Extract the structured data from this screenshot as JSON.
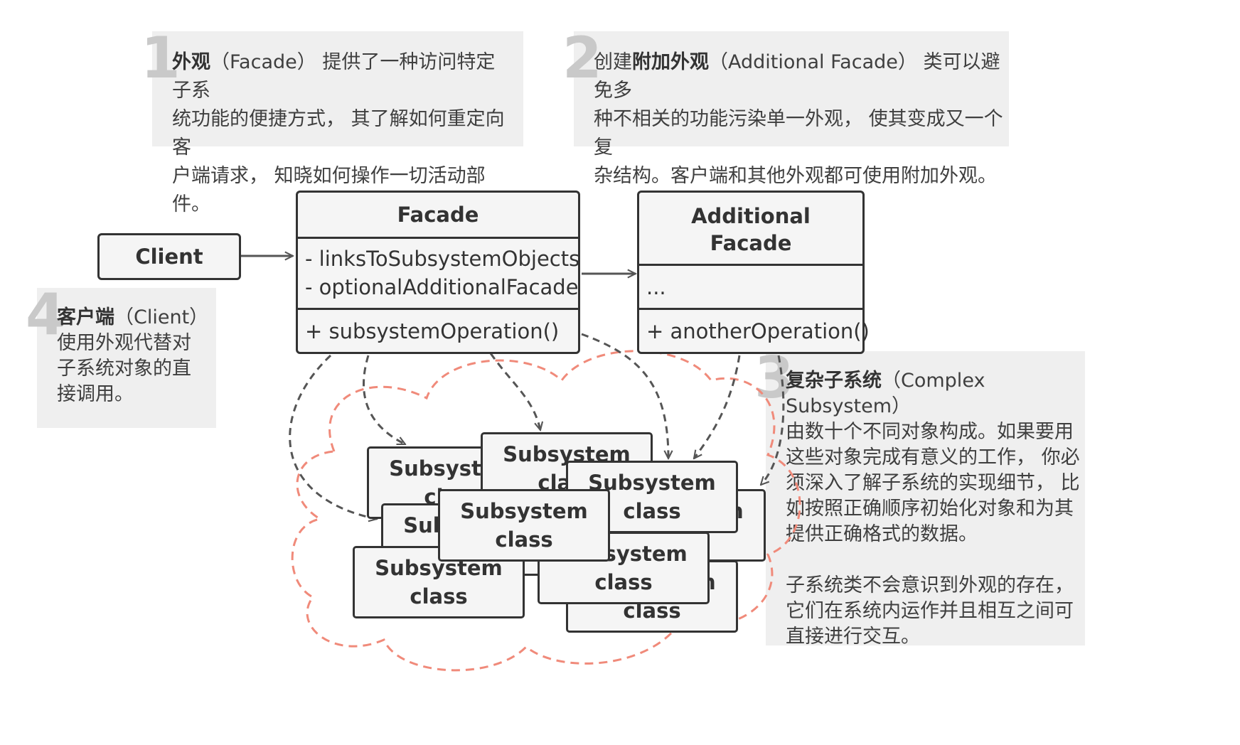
{
  "notes": [
    {
      "num": "1",
      "bold": "外观",
      "rest": "（Facade） 提供了一种访问特定子系统功能的便捷方式， 其了解如何重定向客户端请求， 知晓如何操作一切活动部件。",
      "lines": [
        [
          "外观",
          "（Facade） 提供了一种访问特定子系"
        ],
        [
          "",
          "统功能的便捷方式， 其了解如何重定向客"
        ],
        [
          "",
          "户端请求， 知晓如何操作一切活动部件。"
        ]
      ]
    },
    {
      "num": "2",
      "lines": [
        [
          "创建",
          "附加外观",
          "（Additional Facade） 类可以避免多"
        ],
        [
          "",
          "",
          "种不相关的功能污染单一外观， 使其变成又一个复"
        ],
        [
          "",
          "",
          "杂结构。客户端和其他外观都可使用附加外观。"
        ]
      ]
    },
    {
      "num": "3",
      "lines": [
        [
          "复杂子系统",
          "（Complex Subsystem）"
        ],
        [
          "",
          "由数十个不同对象构成。如果要用"
        ],
        [
          "",
          "这些对象完成有意义的工作， 你必"
        ],
        [
          "",
          "须深入了解子系统的实现细节， 比"
        ],
        [
          "",
          "如按照正确顺序初始化对象和为其"
        ],
        [
          "",
          "提供正确格式的数据。"
        ],
        [
          "",
          ""
        ],
        [
          "",
          "子系统类不会意识到外观的存在，"
        ],
        [
          "",
          "它们在系统内运作并且相互之间可"
        ],
        [
          "",
          "直接进行交互。"
        ]
      ]
    },
    {
      "num": "4",
      "lines": [
        [
          "客户端",
          "（Client）"
        ],
        [
          "",
          "使用外观代替对"
        ],
        [
          "",
          "子系统对象的直"
        ],
        [
          "",
          "接调用。"
        ]
      ]
    }
  ],
  "client": {
    "title": "Client"
  },
  "facade": {
    "title": "Facade",
    "fields": [
      "- linksToSubsystemObjects",
      "- optionalAdditionalFacade"
    ],
    "methods": [
      "+ subsystemOperation()"
    ]
  },
  "additional_facade": {
    "title_line1": "Additional",
    "title_line2": "Facade",
    "fields": [
      "..."
    ],
    "methods": [
      "+ anotherOperation()"
    ]
  },
  "subsystem": {
    "line1": "Subsystem",
    "line2": "class"
  },
  "colors": {
    "cloud": "#f08a7a",
    "arrow": "#555555",
    "note_bg": "#efefef",
    "box_bg": "#f5f5f5"
  }
}
